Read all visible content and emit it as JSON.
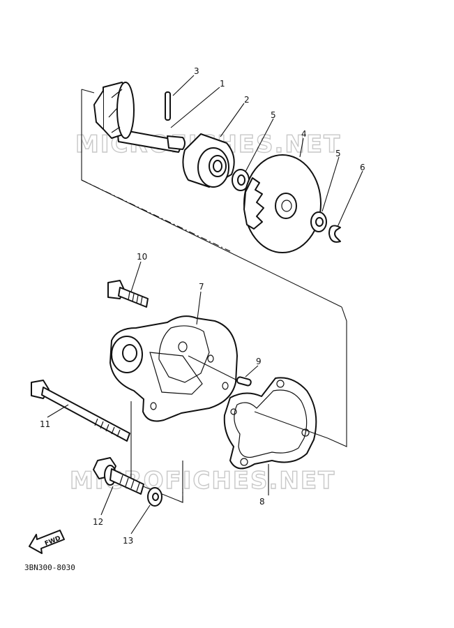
{
  "diagram": {
    "drawing_code": "3BN300-8030",
    "watermarks": [
      "MICROFICHES.NET",
      "MICROFICHES.NET"
    ],
    "fwd_label": "FWD",
    "callouts": [
      "3",
      "1",
      "2",
      "5",
      "4",
      "5",
      "6",
      "10",
      "7",
      "9",
      "11",
      "8",
      "12",
      "13"
    ]
  }
}
